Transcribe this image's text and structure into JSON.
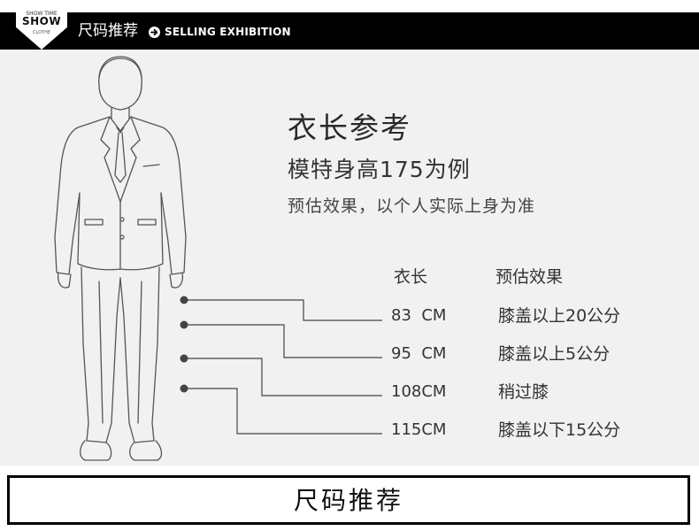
{
  "banner": {
    "badge_top": "SHOW TIME",
    "badge_main": "SHOW",
    "badge_sub": "CLOTHE",
    "title": "尺码推荐",
    "subtitle": "SELLING EXHIBITION"
  },
  "content": {
    "title": "衣长参考",
    "model": "模特身高175为例",
    "note": "预估效果，以个人实际上身为准"
  },
  "table": {
    "headers": {
      "length": "衣长",
      "effect": "预估效果"
    },
    "rows": [
      {
        "length": "83  CM",
        "effect": "膝盖以上20公分"
      },
      {
        "length": "95  CM",
        "effect": "膝盖以上5公分"
      },
      {
        "length": "108CM",
        "effect": "稍过膝"
      },
      {
        "length": "115CM",
        "effect": "膝盖以下15公分"
      }
    ]
  },
  "footer": {
    "title": "尺码推荐"
  },
  "colors": {
    "banner_bg": "#000000",
    "panel_bg": "#f1f1f1",
    "text": "#333333",
    "line": "#444444"
  },
  "icons": [
    "arrow-right-circle-icon",
    "suit-figure-illustration"
  ]
}
